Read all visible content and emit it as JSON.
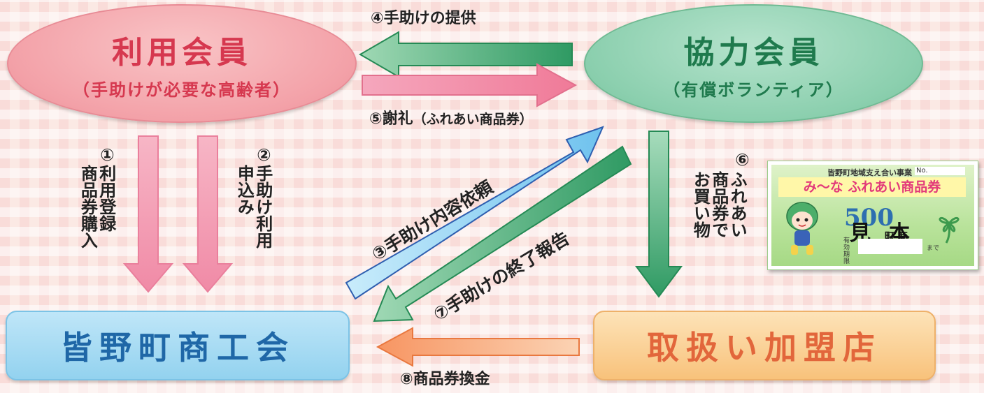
{
  "nodes": {
    "user": {
      "title": "利用会員",
      "subtitle": "（手助けが必要な高齢者）"
    },
    "coop": {
      "title": "協力会員",
      "subtitle": "（有償ボランティア）"
    },
    "shokokai": {
      "title": "皆野町商工会"
    },
    "store": {
      "title": "取扱い加盟店"
    }
  },
  "flows": {
    "f1": {
      "num": "①",
      "text": "利用登録\n商品券購入"
    },
    "f2": {
      "num": "②",
      "text": "手助け利用\n申込み"
    },
    "f3": "③手助け内容依頼",
    "f4": "④手助けの提供",
    "f5_main": "⑤謝礼",
    "f5_paren": "（ふれあい商品券）",
    "f6": {
      "num": "⑥",
      "text": "ふれあい\n商品券で\nお買い物"
    },
    "f7": "⑦手助けの終了報告",
    "f8": "⑧商品券換金"
  },
  "coupon": {
    "header": "皆野町地域支え合い事業",
    "no": "No.",
    "title": "み〜な ふれあい商品券",
    "amount": "500",
    "sample": "見本",
    "town": "町 商",
    "expiry": "有効期限",
    "until": "まで"
  },
  "colors": {
    "pink_arrow": "#f29ab0",
    "green_arrow": "#2f9a63",
    "blue_arrow": "#8fd0f5",
    "orange_arrow": "#f7a46f"
  }
}
